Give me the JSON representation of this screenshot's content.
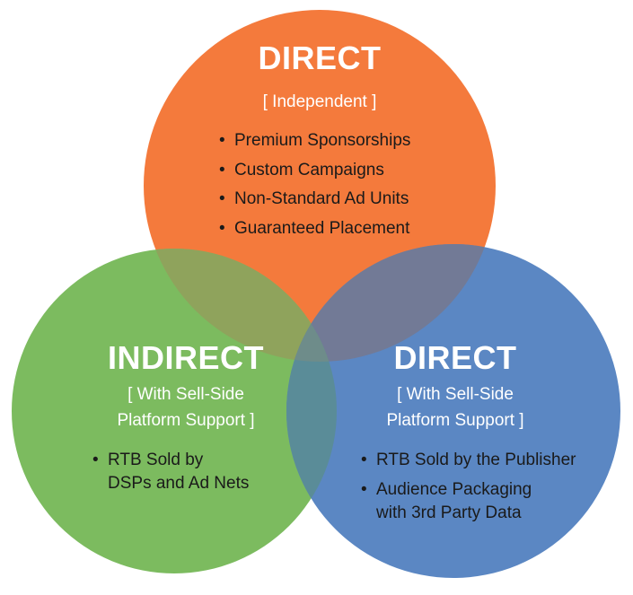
{
  "circles": {
    "top": {
      "title": "DIRECT",
      "subtitle_lines": [
        "[ Independent ]"
      ],
      "bullets": [
        "Premium Sponsorships",
        "Custom Campaigns",
        "Non-Standard Ad Units",
        "Guaranteed Placement"
      ],
      "color": "#F47A3C"
    },
    "left": {
      "title": "INDIRECT",
      "subtitle_lines": [
        "[ With Sell-Side",
        "Platform Support ]"
      ],
      "bullets": [
        [
          "RTB Sold by",
          "DSPs and Ad Nets"
        ]
      ],
      "color": "#7CBB5F"
    },
    "right": {
      "title": "DIRECT",
      "subtitle_lines": [
        "[ With Sell-Side",
        "Platform Support ]"
      ],
      "bullets": [
        [
          "RTB Sold by the Publisher"
        ],
        [
          "Audience Packaging",
          "with 3rd Party Data"
        ]
      ],
      "color": "#5B87C3"
    }
  },
  "overlap_colors": {
    "top_left": "#8FA35C",
    "top_right": "#727A96",
    "left_right": "#5A8C98",
    "center": "#6E8C8A"
  }
}
